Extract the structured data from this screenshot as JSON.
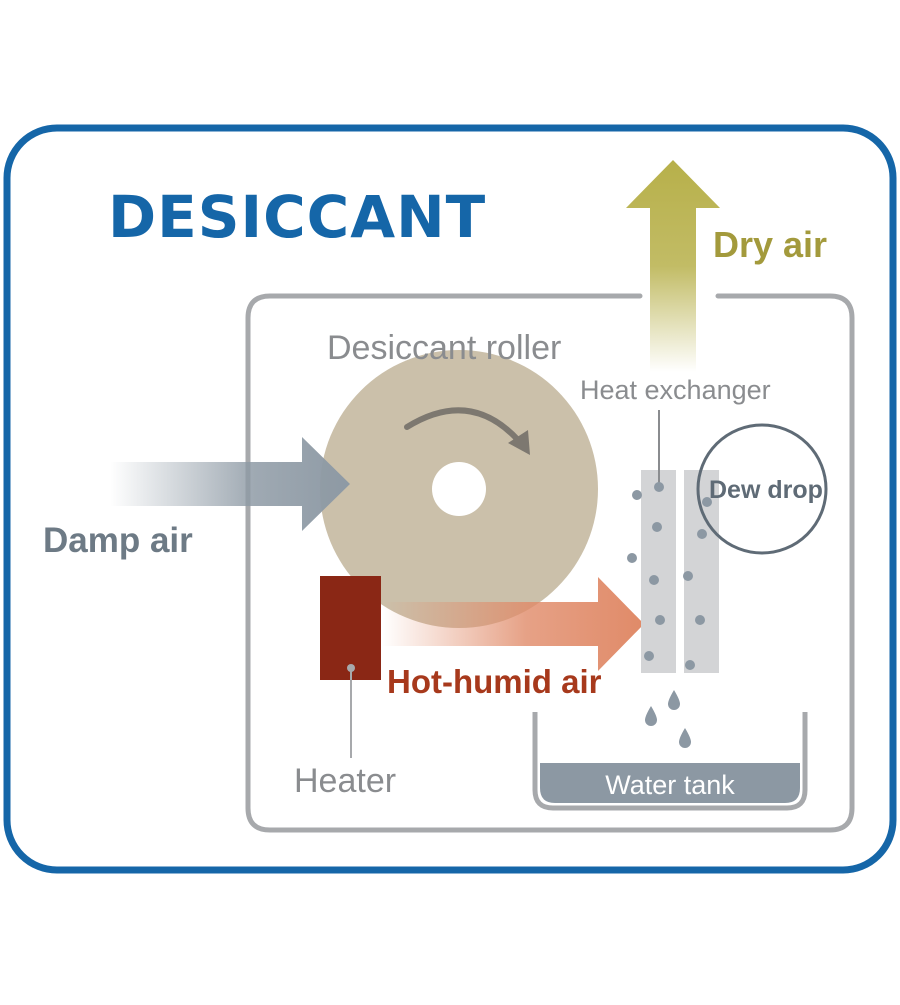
{
  "title": "DESICCANT",
  "labels": {
    "dry_air": "Dry air",
    "desiccant_roller": "Desiccant roller",
    "heat_exchanger": "Heat exchanger",
    "dew_drop": "Dew drop",
    "damp_air": "Damp air",
    "hot_humid_air": "Hot-humid air",
    "heater": "Heater",
    "water_tank": "Water tank"
  },
  "colors": {
    "frame": "#1566a8",
    "title": "#1566a8",
    "housing": "#a7a9ac",
    "roller": "#cbc0aa",
    "damp_air_arrow": "#8e9aa5",
    "damp_air_text": "#6d7a85",
    "dry_air_arrow": "#b7b04a",
    "dry_air_text": "#a39a3c",
    "hot_humid_arrow": "#e08a68",
    "hot_humid_text": "#a7391c",
    "heater": "#8a2715",
    "exchanger": "#d3d4d6",
    "droplet": "#8c98a3",
    "water": "#8c98a3",
    "label_gray": "#8a8c8f"
  }
}
